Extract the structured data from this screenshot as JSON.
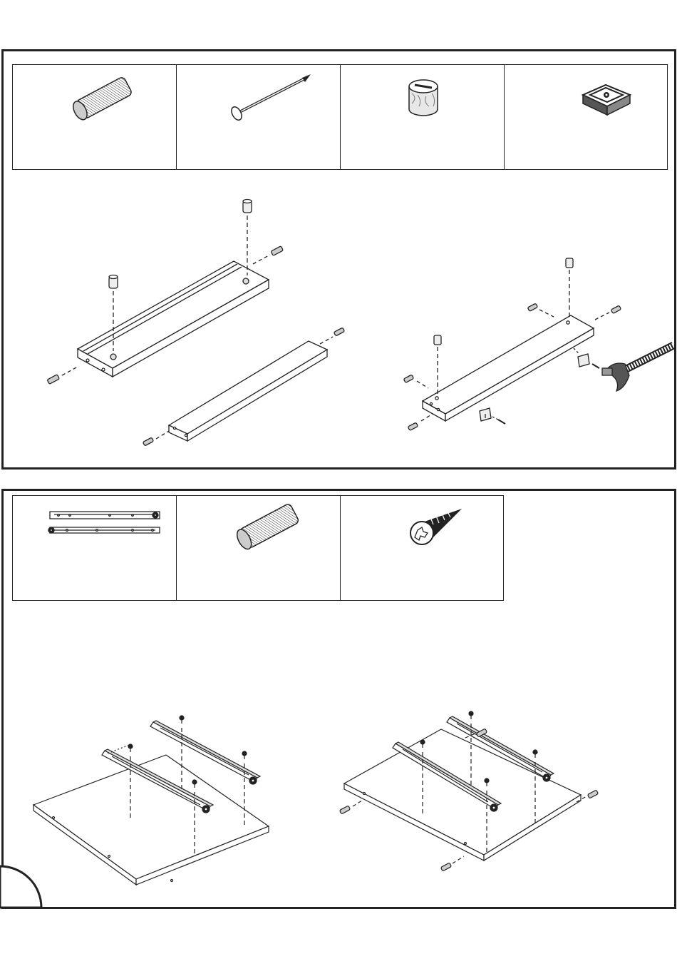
{
  "panel1": {
    "legend": [
      {
        "name": "wooden-dowel",
        "icon": "wooden-dowel-icon",
        "caption": ""
      },
      {
        "name": "nail",
        "icon": "nail-icon",
        "caption": ""
      },
      {
        "name": "cam-lock",
        "icon": "cam-lock-icon",
        "caption": ""
      },
      {
        "name": "plastic-bracket",
        "icon": "bracket-icon",
        "caption": ""
      }
    ]
  },
  "panel2": {
    "legend": [
      {
        "name": "drawer-slides",
        "icon": "drawer-slide-icon",
        "caption": ""
      },
      {
        "name": "wooden-dowel",
        "icon": "wooden-dowel-icon",
        "caption": ""
      },
      {
        "name": "screw",
        "icon": "screw-icon",
        "caption": ""
      }
    ]
  },
  "colors": {
    "line": "#222222",
    "paper": "#ffffff",
    "shade": "#9a9a9a"
  }
}
